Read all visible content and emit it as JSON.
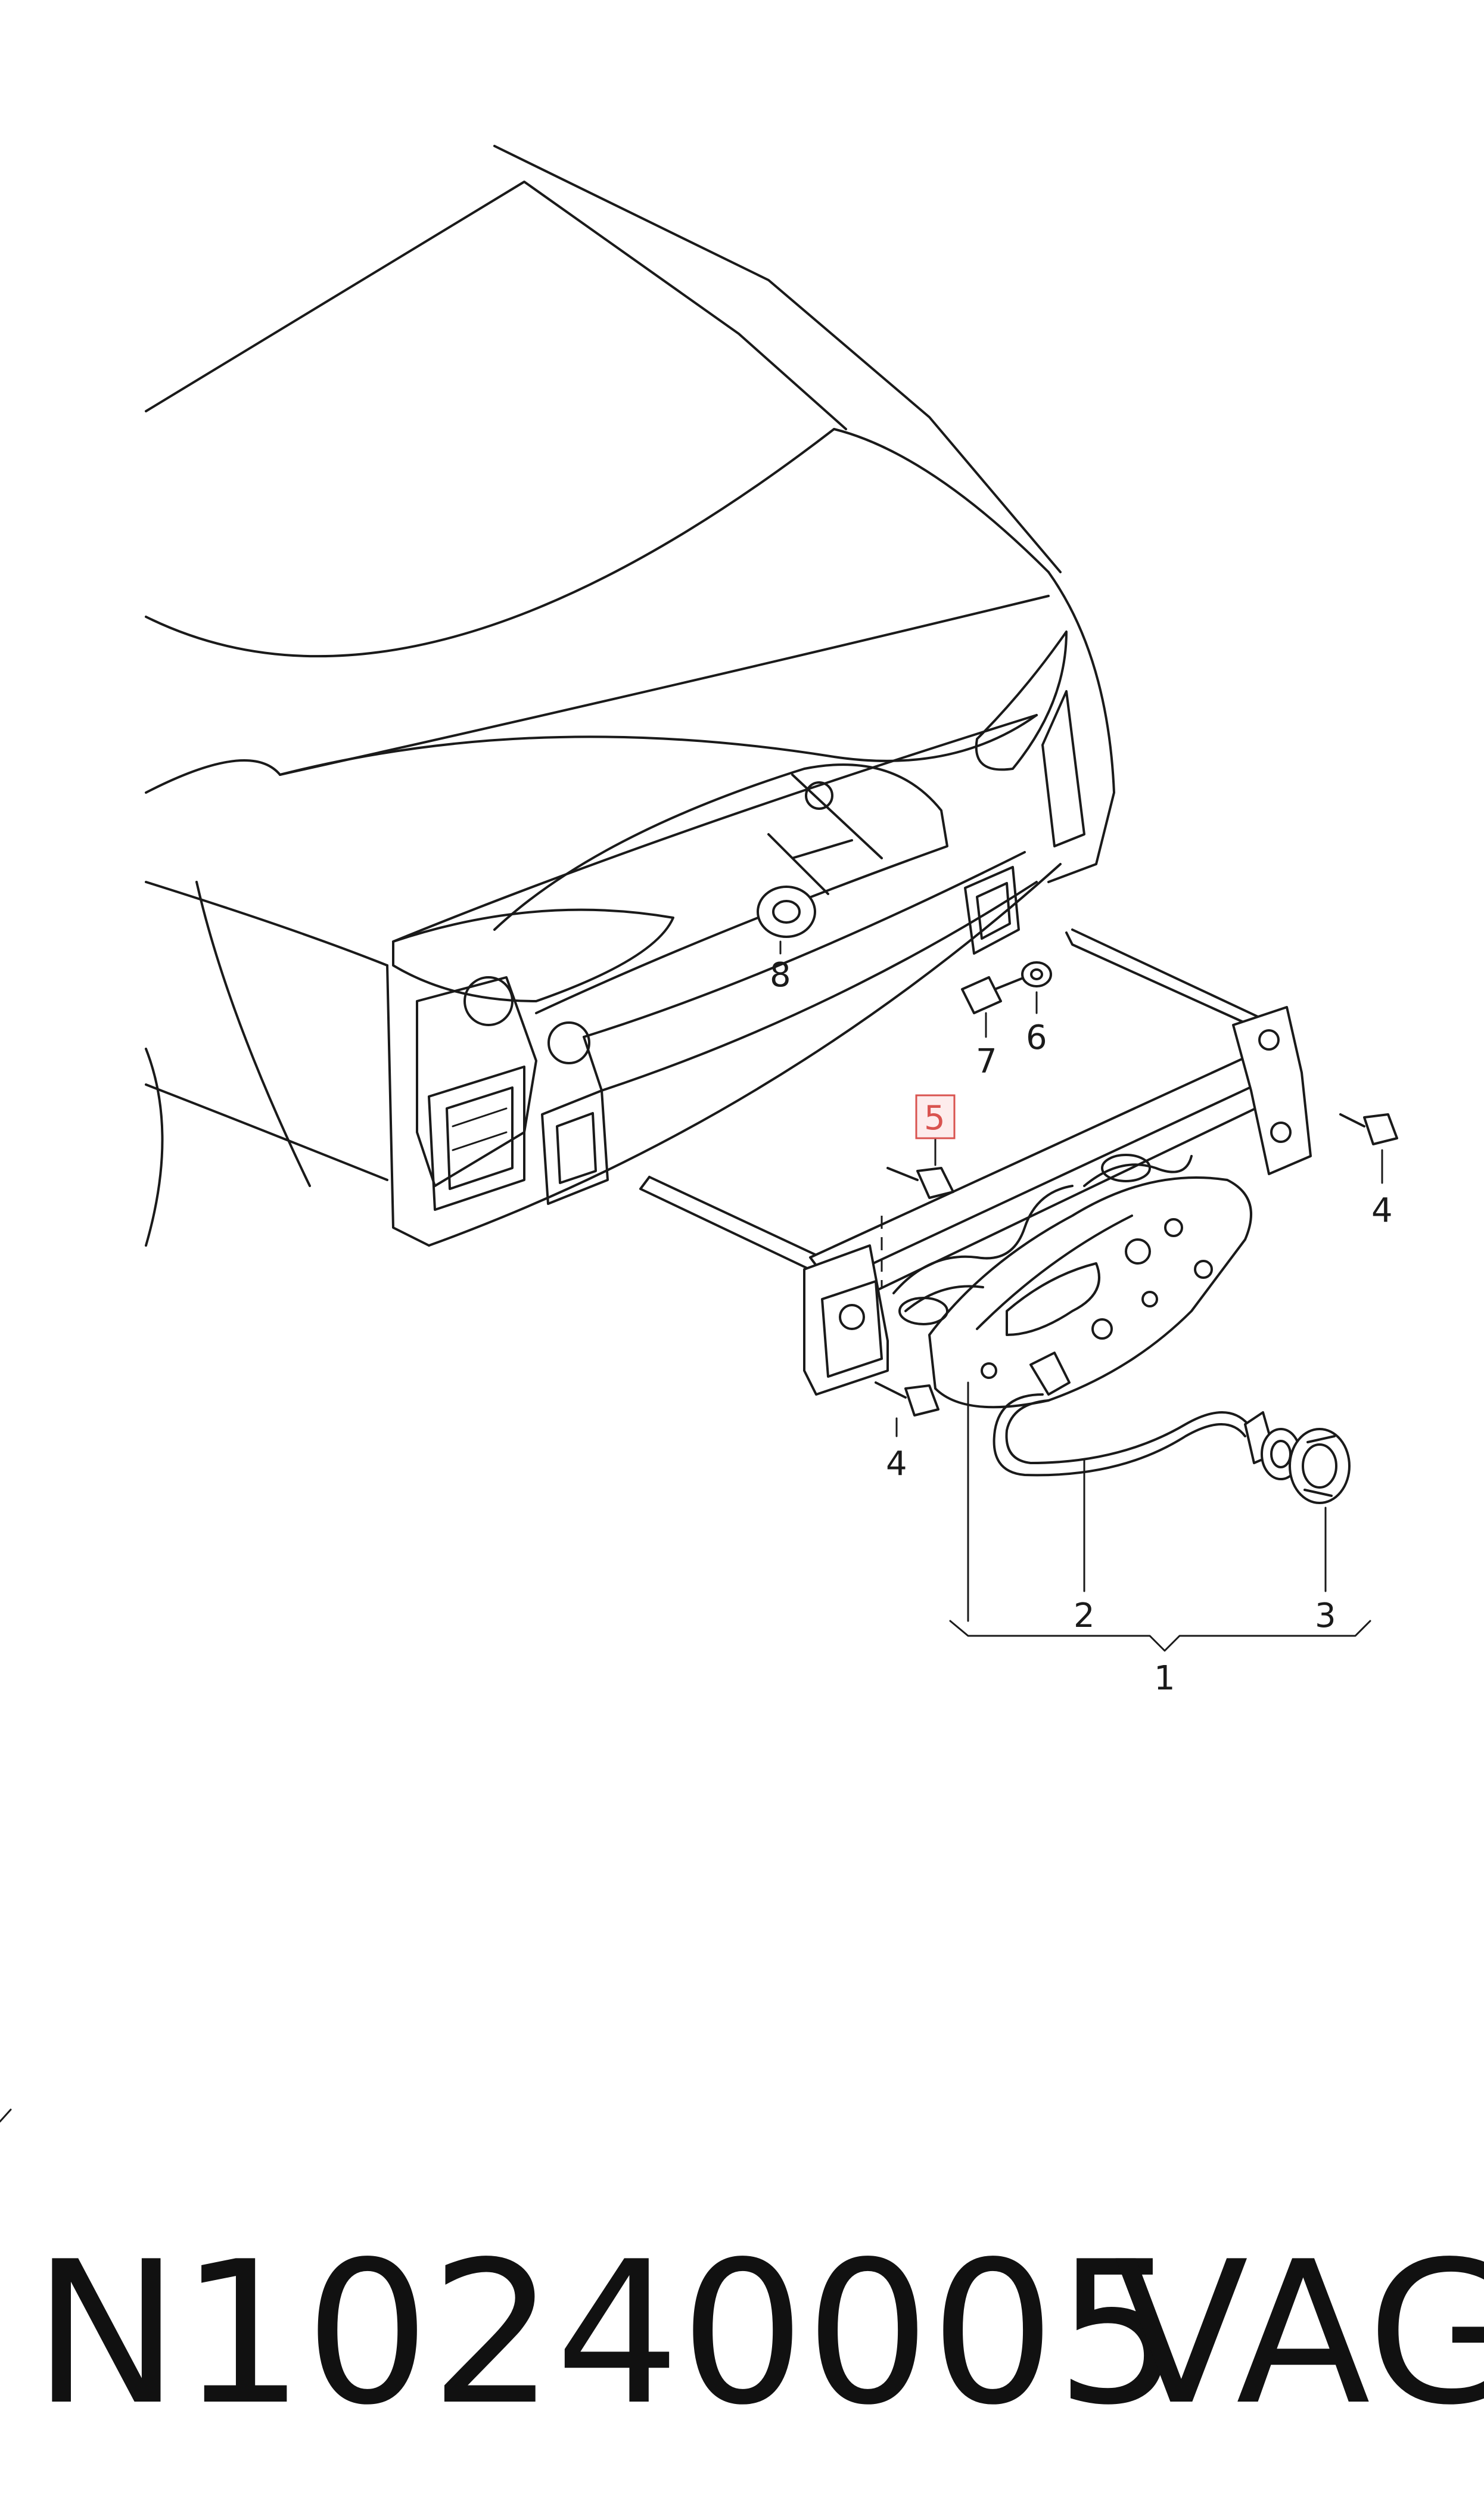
{
  "diagram": {
    "callouts": {
      "c1": "1",
      "c2": "2",
      "c3": "3",
      "c4a": "4",
      "c4b": "4",
      "c5": "5",
      "c6": "6",
      "c7": "7",
      "c8": "8"
    },
    "highlight_color": "#d9534f",
    "part_number": "N10240005",
    "brand": "VAG"
  }
}
